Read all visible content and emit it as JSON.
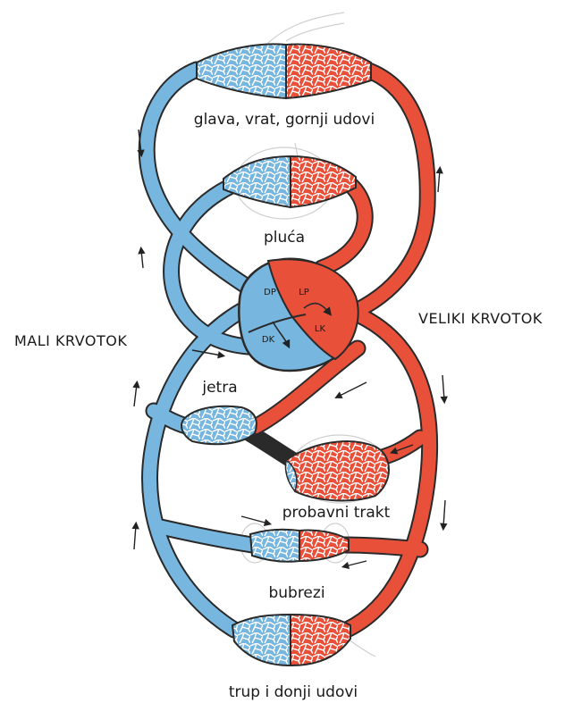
{
  "labels": {
    "head": "glava, vrat, gornji udovi",
    "lungs": "pluća",
    "liver": "jetra",
    "gut": "probavni trakt",
    "kidneys": "bubrezi",
    "lower": "trup i donji udovi",
    "small_circ": "MALI KRVOTOK",
    "big_circ": "VELIKI KRVOTOK"
  },
  "heart": {
    "dp": "DP",
    "dk": "DK",
    "lp": "LP",
    "lk": "LK"
  },
  "colors": {
    "oxygenated": "#e8503a",
    "deoxygenated": "#76b6df",
    "outline": "#2a2a2a",
    "text": "#1a1a1a"
  }
}
